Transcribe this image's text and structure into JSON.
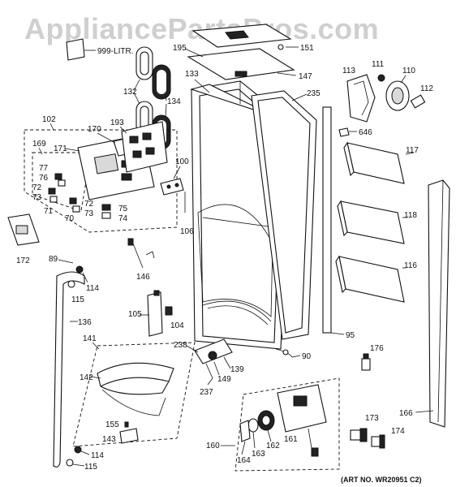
{
  "watermark": "AppliancePartsPros.com",
  "art_number": "(ART NO. WR20951 C2)",
  "part_labels": {
    "p999": "999-LITR.",
    "p151": "151",
    "p195": "195",
    "p147": "147",
    "p132": "132",
    "p134": "134",
    "p133": "133",
    "p235": "235",
    "p113": "113",
    "p111": "111",
    "p110": "110",
    "p112": "112",
    "p646": "646",
    "p102": "102",
    "p169": "169",
    "p171": "171",
    "p170": "170",
    "p193": "193",
    "p77": "77",
    "p76": "76",
    "p72a": "72",
    "p73a": "73",
    "p71": "71",
    "p72b": "72",
    "p70": "70",
    "p73b": "73",
    "p75": "75",
    "p74": "74",
    "p100": "100",
    "p106": "106",
    "p117": "117",
    "p118": "118",
    "p116": "116",
    "p172": "172",
    "p146": "146",
    "p89": "89",
    "p114a": "114",
    "p115a": "115",
    "p136": "136",
    "p105": "105",
    "p104": "104",
    "p141": "141",
    "p142": "142",
    "p238": "238",
    "p139": "139",
    "p149": "149",
    "p237": "237",
    "p95": "95",
    "p90": "90",
    "p176": "176",
    "p166": "166",
    "p155": "155",
    "p143": "143",
    "p114b": "114",
    "p115b": "115",
    "p160": "160",
    "p164": "164",
    "p163": "163",
    "p162": "162",
    "p161": "161",
    "p173": "173",
    "p174": "174"
  }
}
